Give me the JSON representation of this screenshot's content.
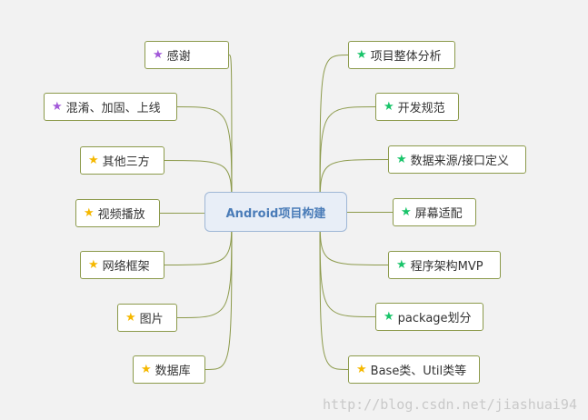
{
  "center": {
    "label": "Android项目构建"
  },
  "colors": {
    "purple": "#a259d9",
    "orange": "#f5b800",
    "green": "#19c46a",
    "edge": "#8c9a4b"
  },
  "left_topics": [
    {
      "label": "感谢",
      "star": "purple"
    },
    {
      "label": "混淆、加固、上线",
      "star": "purple"
    },
    {
      "label": "其他三方",
      "star": "orange"
    },
    {
      "label": "视频播放",
      "star": "orange"
    },
    {
      "label": "网络框架",
      "star": "orange"
    },
    {
      "label": "图片",
      "star": "orange"
    },
    {
      "label": "数据库",
      "star": "orange"
    }
  ],
  "right_topics": [
    {
      "label": "项目整体分析",
      "star": "green"
    },
    {
      "label": "开发规范",
      "star": "green"
    },
    {
      "label": "数据来源/接口定义",
      "star": "green"
    },
    {
      "label": "屏幕适配",
      "star": "green"
    },
    {
      "label": "程序架构MVP",
      "star": "green"
    },
    {
      "label": "package划分",
      "star": "green"
    },
    {
      "label": "Base类、Util类等",
      "star": "orange"
    }
  ],
  "watermark": "http://blog.csdn.net/jiashuai94"
}
